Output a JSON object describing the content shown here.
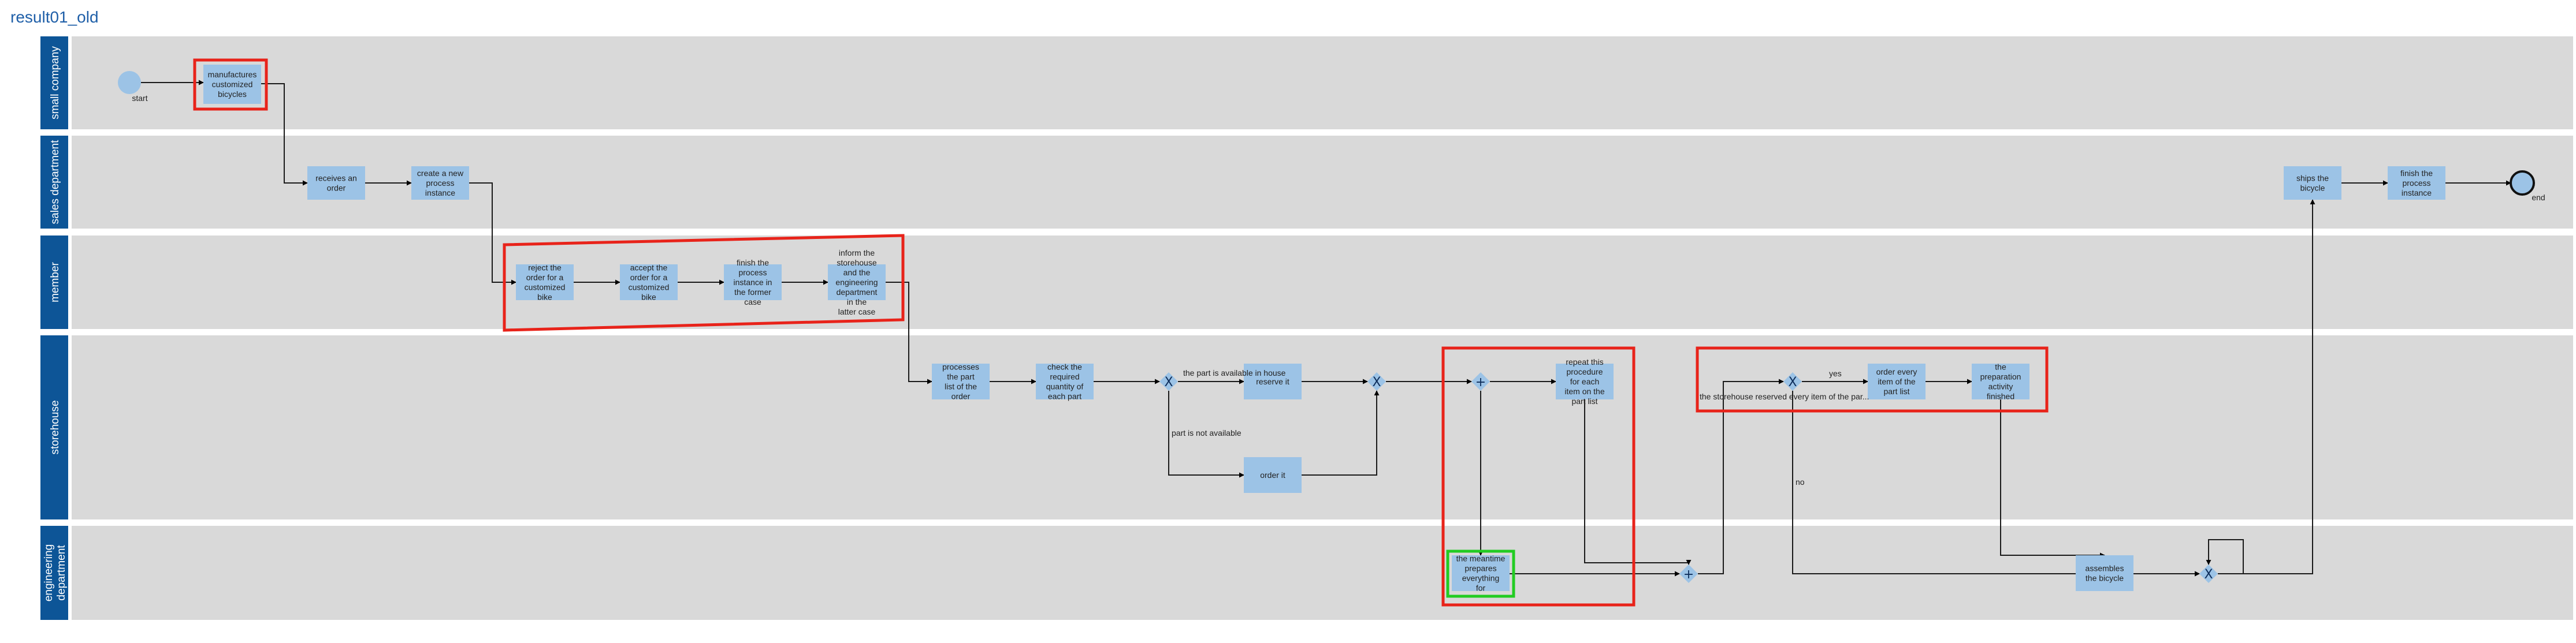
{
  "title": "result01_old",
  "colors": {
    "lane_header": "#0d5597",
    "lane_background": "#d9d9d9",
    "task_fill": "#9cc3e6",
    "highlight_red": "#e8231a",
    "highlight_green": "#22cc22"
  },
  "lanes": [
    {
      "id": "small_company",
      "label": "small company"
    },
    {
      "id": "sales",
      "label": "sales department"
    },
    {
      "id": "member",
      "label": "member"
    },
    {
      "id": "storehouse",
      "label": "storehouse"
    },
    {
      "id": "engineering",
      "label": [
        "engineering",
        "department"
      ]
    }
  ],
  "events": [
    {
      "id": "start",
      "kind": "start",
      "label": "start"
    },
    {
      "id": "end",
      "kind": "end",
      "label": "end"
    }
  ],
  "tasks": [
    {
      "id": "t_manufactures",
      "lines": [
        "manufactures",
        "customized",
        "bicycles"
      ]
    },
    {
      "id": "t_receives",
      "lines": [
        "receives an",
        "order"
      ]
    },
    {
      "id": "t_create",
      "lines": [
        "create a new",
        "process",
        "instance"
      ]
    },
    {
      "id": "t_reject",
      "lines": [
        "reject the",
        "order for a",
        "customized",
        "bike"
      ]
    },
    {
      "id": "t_accept",
      "lines": [
        "accept the",
        "order for a",
        "customized",
        "bike"
      ]
    },
    {
      "id": "t_finish_former",
      "lines": [
        "finish the",
        "process",
        "instance in",
        "the former",
        "case"
      ]
    },
    {
      "id": "t_inform",
      "lines": [
        "inform the",
        "storehouse",
        "and the",
        "engineering",
        "department",
        "in the",
        "latter case"
      ]
    },
    {
      "id": "t_processes",
      "lines": [
        "processes",
        "the part",
        "list of the",
        "order"
      ]
    },
    {
      "id": "t_check",
      "lines": [
        "check the",
        "required",
        "quantity of",
        "each part"
      ]
    },
    {
      "id": "t_reserve",
      "lines": [
        "reserve it"
      ]
    },
    {
      "id": "t_order_it",
      "lines": [
        "order it"
      ]
    },
    {
      "id": "t_repeat",
      "lines": [
        "repeat this",
        "procedure",
        "for each",
        "item on the",
        "part list"
      ]
    },
    {
      "id": "t_order_every",
      "lines": [
        "order every",
        "item of the",
        "part list"
      ]
    },
    {
      "id": "t_prep_finished",
      "lines": [
        "the",
        "preparation",
        "activity",
        "finished"
      ]
    },
    {
      "id": "t_ships",
      "lines": [
        "ships the",
        "bicycle"
      ]
    },
    {
      "id": "t_finish_instance",
      "lines": [
        "finish the",
        "process",
        "instance"
      ]
    },
    {
      "id": "t_prepares",
      "lines": [
        "the meantime",
        "prepares",
        "everything",
        "for"
      ]
    },
    {
      "id": "t_assembles",
      "lines": [
        "assembles",
        "the bicycle"
      ]
    }
  ],
  "gateways": [
    {
      "id": "g1",
      "symbol": "X"
    },
    {
      "id": "g2",
      "symbol": "X"
    },
    {
      "id": "g3",
      "symbol": "+"
    },
    {
      "id": "g4",
      "symbol": "+"
    },
    {
      "id": "g5",
      "symbol": "X"
    },
    {
      "id": "g6",
      "symbol": "X"
    }
  ],
  "edge_labels": [
    {
      "id": "el_available",
      "text": "the part is available in house"
    },
    {
      "id": "el_not_available",
      "text": "part is not available"
    },
    {
      "id": "el_yes",
      "text": "yes"
    },
    {
      "id": "el_reserved",
      "text": "the storehouse reserved every item of the par..."
    },
    {
      "id": "el_no",
      "text": "no"
    }
  ]
}
